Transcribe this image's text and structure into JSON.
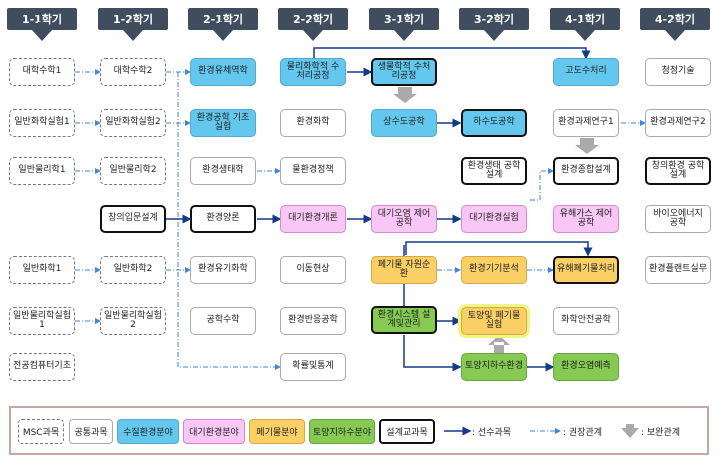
{
  "headers": [
    "1-1학기",
    "1-2학기",
    "2-1학기",
    "2-2학기",
    "3-1학기",
    "3-2학기",
    "4-1학기",
    "4-2학기"
  ],
  "courses": {
    "c1_1": "대학수학1",
    "c1_2": "일반화학실험1",
    "c1_3": "일반물리학1",
    "c1_4": "일반화학1",
    "c1_5": "일반물리학실험1",
    "c1_6": "전공컴퓨터기초",
    "c2_1": "대학수학2",
    "c2_2": "일반화학실험2",
    "c2_3": "일반물리학2",
    "c2_4": "창의입문설계",
    "c2_5": "일반화학2",
    "c2_6": "일반물리학실험2",
    "c3_1": "환경유체역학",
    "c3_2": "환경공학 기초실험",
    "c3_3": "환경생태학",
    "c3_4": "환경양론",
    "c3_5": "환경유기화학",
    "c3_6": "공학수학",
    "c4_1": "물리화학적 수처리공정",
    "c4_2": "환경화학",
    "c4_3": "물환경정책",
    "c4_4": "대기환경개론",
    "c4_5": "이동현상",
    "c4_6": "환경반응공학",
    "c4_7": "확률및통계",
    "c5_1": "생물학적 수처리공정",
    "c5_2": "상수도공학",
    "c5_3": "대기오염 제어공학",
    "c5_4": "폐기물 자원순환",
    "c5_5": "환경시스템 설계및관리",
    "c6_1": "하수도공학",
    "c6_2": "환경생태 공학설계",
    "c6_3": "대기환경실험",
    "c6_4": "환경기기분석",
    "c6_5": "토양및 폐기물실험",
    "c6_6": "토양지하수환경",
    "c7_1": "고도수처리",
    "c7_2": "환경과제연구1",
    "c7_3": "환경종합설계",
    "c7_4": "유해가스 제어공학",
    "c7_5": "유해폐기물처리",
    "c7_6": "화학안전공학",
    "c7_7": "환경오염예측",
    "c8_1": "청정기술",
    "c8_2": "환경과제연구2",
    "c8_3": "창의환경 공학설계",
    "c8_4": "바이오에너지 공학",
    "c8_5": "환경플랜트실무"
  },
  "legend": {
    "msc": "MSC과목",
    "common": "공통과목",
    "water": "수질환경분야",
    "air": "대기환경분야",
    "waste": "폐기물분야",
    "soil": "토양지하수분야",
    "design": "설계교과목",
    "prereq": ": 선수과목",
    "recommend": ": 권장관계",
    "complement": ": 보완관계"
  }
}
